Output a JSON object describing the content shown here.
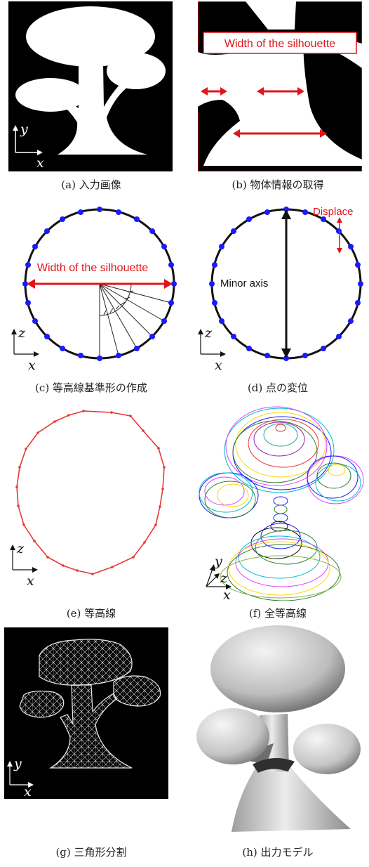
{
  "figure": {
    "panels": [
      {
        "id": "a",
        "caption": "(a) 入力画像"
      },
      {
        "id": "b",
        "caption": "(b) 物体情報の取得",
        "annotation": "Width of the silhouette"
      },
      {
        "id": "c",
        "caption": "(c) 等高線基準形の作成",
        "annotation": "Width of the silhouette"
      },
      {
        "id": "d",
        "caption": "(d) 点の変位",
        "annotations": {
          "displace": "Displace",
          "minor_axis": "Minor axis"
        }
      },
      {
        "id": "e",
        "caption": "(e) 等高線"
      },
      {
        "id": "f",
        "caption": "(f) 全等高線"
      },
      {
        "id": "g",
        "caption": "(g) 三角形分割"
      },
      {
        "id": "h",
        "caption": "(h) 出力モデル"
      }
    ],
    "axis_labels": {
      "x": "x",
      "y": "y",
      "z": "z"
    },
    "colors": {
      "annotation_red": "#e0141a",
      "point_blue": "#1a1aff",
      "contour_red": "#e53935",
      "background_black": "#000000"
    }
  }
}
